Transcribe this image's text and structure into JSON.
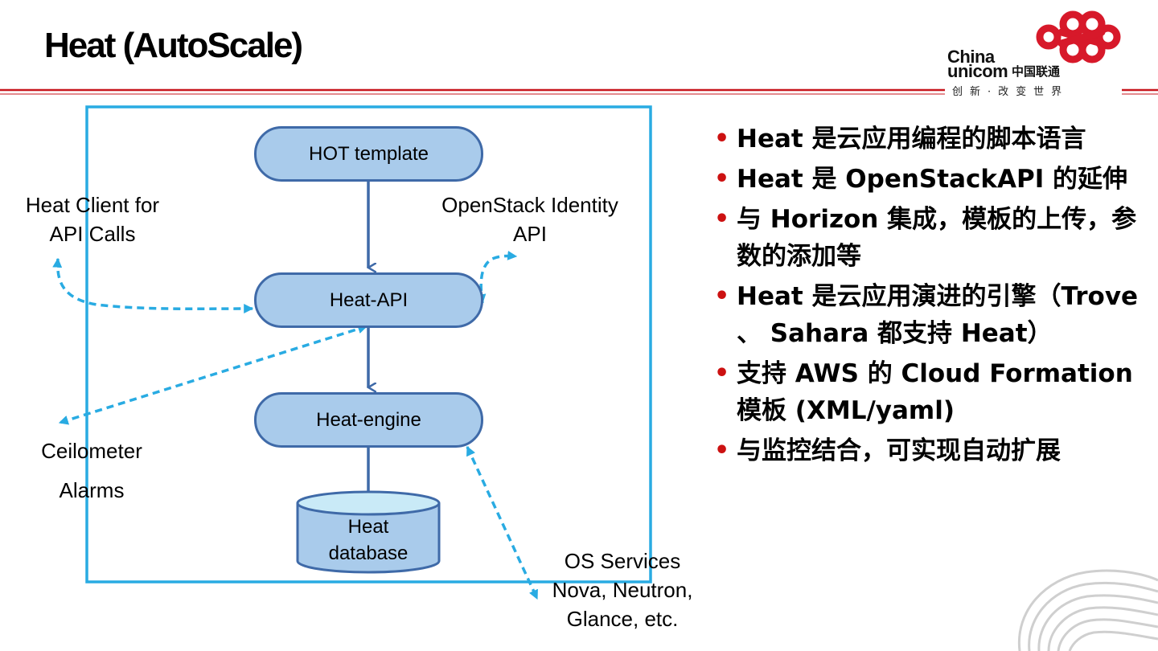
{
  "slide": {
    "title": "Heat (AutoScale)"
  },
  "brand": {
    "logo_text_line1": "China",
    "logo_text_line2": "unicom",
    "logo_cn": "中国联通",
    "slogan": "创新·改变世界",
    "colors": {
      "rule_red": "#c8161d",
      "logo_red": "#d7192a",
      "frame_blue": "#29abe2",
      "pill_fill": "#a9cbeb",
      "pill_border": "#3f6aa8",
      "bullet_red": "#cc1111"
    }
  },
  "diagram": {
    "nodes": {
      "hot_template": "HOT template",
      "heat_api": "Heat-API",
      "heat_engine": "Heat-engine",
      "heat_db_line1": "Heat",
      "heat_db_line2": "database"
    },
    "external": {
      "heat_client_line1": "Heat Client for",
      "heat_client_line2": "API Calls",
      "identity_line1": "OpenStack Identity",
      "identity_line2": "API",
      "ceilometer_line1": "Ceilometer",
      "ceilometer_line2": "Alarms",
      "os_services_line1": "OS Services",
      "os_services_line2": "Nova, Neutron,",
      "os_services_line3": "Glance, etc."
    }
  },
  "bullets": [
    "Heat 是云应用编程的脚本语言",
    "Heat 是 OpenStackAPI 的延伸",
    "与 Horizon 集成，模板的上传，参数的添加等",
    "Heat 是云应用演进的引擎（Trove 、 Sahara 都支持 Heat）",
    "支持 AWS 的 Cloud Formation 模板 (XML/yaml)",
    "与监控结合，可实现自动扩展"
  ],
  "bullet_marker": "•"
}
